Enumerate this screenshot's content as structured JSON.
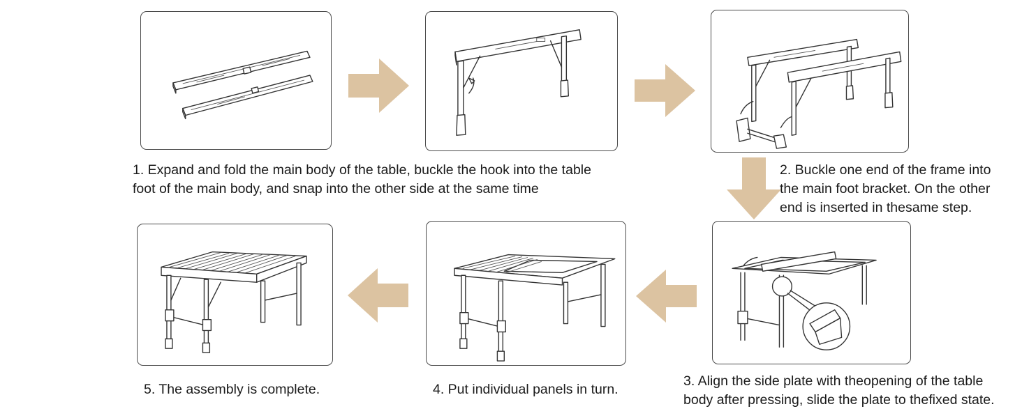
{
  "colors": {
    "arrow": "#dcc3a1",
    "border": "#4a4a4a",
    "text": "#1a1a1a"
  },
  "steps": [
    {
      "caption": "1. Expand and fold the main body of the table, buckle the hook into the table\nfoot of the main body, and snap into the other side at the same time"
    },
    {
      "caption": "2. Buckle one end of the frame into\nthe main foot bracket. On the other\nend is inserted in thesame step."
    },
    {
      "caption": "3. Align the side plate with theopening of the table\nbody after pressing, slide the plate to thefixed state."
    },
    {
      "caption": "4. Put individual panels in turn."
    },
    {
      "caption": "5. The assembly is complete."
    }
  ],
  "illustrations": [
    "folded-frame-pieces",
    "unfolded-leg-frame",
    "two-leg-frames-with-connector",
    "side-plate-sliding-with-detail",
    "panels-being-placed",
    "assembled-table"
  ],
  "arrows": [
    "right",
    "right",
    "down",
    "left",
    "left"
  ]
}
